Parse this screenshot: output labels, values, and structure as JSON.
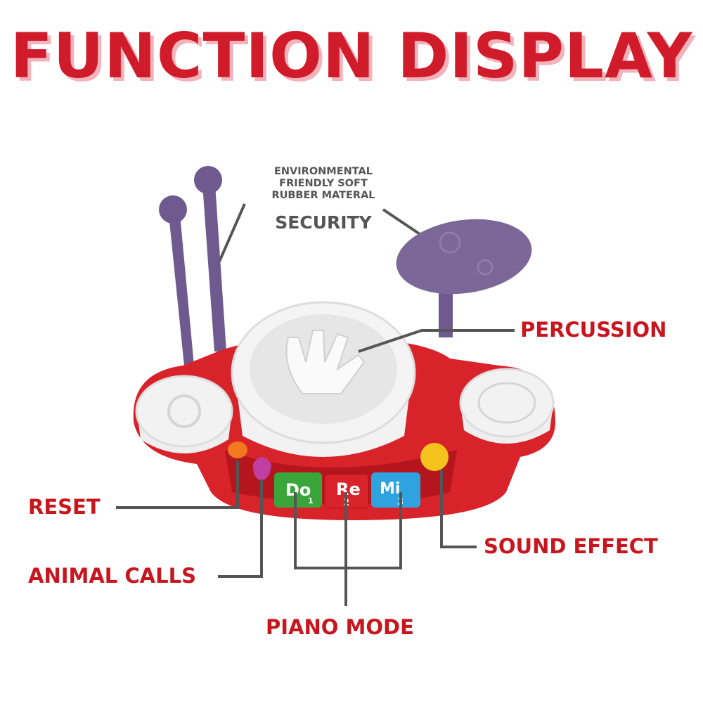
{
  "title": "FUNCTION DISPLAY",
  "security": {
    "description": "ENVIRONMENTAL FRIENDLY SOFT RUBBER MATERAL",
    "lines": [
      "ENVIRONMENTAL",
      "FRIENDLY SOFT",
      "RUBBER MATERAL"
    ],
    "label": "SECURITY"
  },
  "labels": {
    "percussion": "PERCUSSION",
    "reset": "RESET",
    "animal_calls": "ANIMAL CALLS",
    "piano_mode": "PIANO MODE",
    "sound_effect": "SOUND EFFECT"
  },
  "piano_keys": [
    {
      "note": "Do",
      "number": "1",
      "color": "#3aa63a"
    },
    {
      "note": "Re",
      "number": "2",
      "color": "#d8232a"
    },
    {
      "note": "Mi",
      "number": "3",
      "color": "#2ea3e0"
    }
  ],
  "colors": {
    "title": "#d01b2b",
    "label": "#c8161f",
    "toy_red": "#d8232a",
    "rubber_purple": "#6e5a8e"
  }
}
